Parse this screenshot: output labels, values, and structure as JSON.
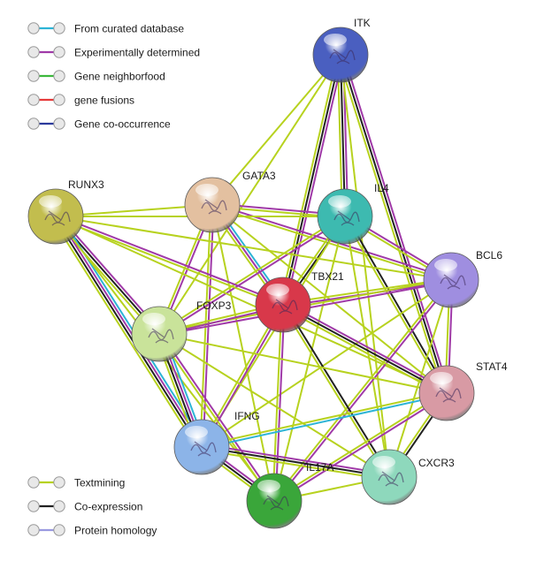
{
  "legend": {
    "top": [
      {
        "label": "From curated database",
        "color": "#2db4d6",
        "edge": "curated"
      },
      {
        "label": "Experimentally determined",
        "color": "#a03aa8",
        "edge": "experimental"
      },
      {
        "label": "Gene neighborfood",
        "color": "#3cb83c",
        "edge": "neighborhood"
      },
      {
        "label": "gene fusions",
        "color": "#e63a3a",
        "edge": "fusion"
      },
      {
        "label": "Gene co-occurrence",
        "color": "#2b3a9c",
        "edge": "cooccurrence"
      }
    ],
    "bottom": [
      {
        "label": "Textmining",
        "color": "#b7d21f",
        "edge": "textmining"
      },
      {
        "label": "Co-expression",
        "color": "#222222",
        "edge": "coexpression"
      },
      {
        "label": "Protein homology",
        "color": "#9a9ae0",
        "edge": "homology"
      }
    ]
  },
  "nodes": [
    {
      "id": "ITK",
      "label": "ITK",
      "color": "#4a5fc0"
    },
    {
      "id": "GATA3",
      "label": "GATA3",
      "color": "#e3c0a0"
    },
    {
      "id": "IL4",
      "label": "IL4",
      "color": "#3dbab0"
    },
    {
      "id": "RUNX3",
      "label": "RUNX3",
      "color": "#c2bd4e"
    },
    {
      "id": "BCL6",
      "label": "BCL6",
      "color": "#9f8ee0"
    },
    {
      "id": "TBX21",
      "label": "TBX21",
      "color": "#d8384a"
    },
    {
      "id": "FOXP3",
      "label": "FOXP3",
      "color": "#c9e39a"
    },
    {
      "id": "STAT4",
      "label": "STAT4",
      "color": "#d89aa4"
    },
    {
      "id": "IFNG",
      "label": "IFNG",
      "color": "#8cb4e8"
    },
    {
      "id": "IL17A",
      "label": "IL17A",
      "color": "#3aa63a"
    },
    {
      "id": "CXCR3",
      "label": "CXCR3",
      "color": "#8ed8bc"
    }
  ],
  "edges": [
    {
      "source": "ITK",
      "target": "GATA3",
      "types": [
        "textmining"
      ]
    },
    {
      "source": "ITK",
      "target": "IL4",
      "types": [
        "experimental",
        "coexpression",
        "textmining"
      ]
    },
    {
      "source": "ITK",
      "target": "TBX21",
      "types": [
        "experimental",
        "coexpression",
        "textmining"
      ]
    },
    {
      "source": "ITK",
      "target": "FOXP3",
      "types": [
        "textmining"
      ]
    },
    {
      "source": "ITK",
      "target": "STAT4",
      "types": [
        "experimental",
        "coexpression",
        "textmining"
      ]
    },
    {
      "source": "ITK",
      "target": "CXCR3",
      "types": [
        "textmining"
      ]
    },
    {
      "source": "GATA3",
      "target": "IL4",
      "types": [
        "experimental",
        "textmining"
      ]
    },
    {
      "source": "GATA3",
      "target": "RUNX3",
      "types": [
        "textmining"
      ]
    },
    {
      "source": "GATA3",
      "target": "BCL6",
      "types": [
        "experimental",
        "textmining"
      ]
    },
    {
      "source": "GATA3",
      "target": "TBX21",
      "types": [
        "curated",
        "experimental",
        "textmining"
      ]
    },
    {
      "source": "GATA3",
      "target": "FOXP3",
      "types": [
        "experimental",
        "textmining"
      ]
    },
    {
      "source": "GATA3",
      "target": "IFNG",
      "types": [
        "experimental",
        "textmining"
      ]
    },
    {
      "source": "GATA3",
      "target": "IL17A",
      "types": [
        "textmining"
      ]
    },
    {
      "source": "GATA3",
      "target": "STAT4",
      "types": [
        "textmining"
      ]
    },
    {
      "source": "IL4",
      "target": "RUNX3",
      "types": [
        "textmining"
      ]
    },
    {
      "source": "IL4",
      "target": "BCL6",
      "types": [
        "experimental",
        "textmining"
      ]
    },
    {
      "source": "IL4",
      "target": "TBX21",
      "types": [
        "coexpression",
        "textmining"
      ]
    },
    {
      "source": "IL4",
      "target": "FOXP3",
      "types": [
        "experimental",
        "textmining"
      ]
    },
    {
      "source": "IL4",
      "target": "STAT4",
      "types": [
        "coexpression",
        "textmining"
      ]
    },
    {
      "source": "IL4",
      "target": "IFNG",
      "types": [
        "textmining"
      ]
    },
    {
      "source": "IL4",
      "target": "IL17A",
      "types": [
        "textmining"
      ]
    },
    {
      "source": "IL4",
      "target": "CXCR3",
      "types": [
        "textmining"
      ]
    },
    {
      "source": "RUNX3",
      "target": "TBX21",
      "types": [
        "experimental",
        "textmining"
      ]
    },
    {
      "source": "RUNX3",
      "target": "FOXP3",
      "types": [
        "experimental",
        "coexpression",
        "textmining"
      ]
    },
    {
      "source": "RUNX3",
      "target": "BCL6",
      "types": [
        "textmining"
      ]
    },
    {
      "source": "RUNX3",
      "target": "IFNG",
      "types": [
        "curated",
        "experimental",
        "coexpression",
        "textmining"
      ]
    },
    {
      "source": "RUNX3",
      "target": "IL17A",
      "types": [
        "textmining"
      ]
    },
    {
      "source": "RUNX3",
      "target": "STAT4",
      "types": [
        "textmining"
      ]
    },
    {
      "source": "BCL6",
      "target": "TBX21",
      "types": [
        "experimental",
        "textmining"
      ]
    },
    {
      "source": "BCL6",
      "target": "FOXP3",
      "types": [
        "experimental",
        "textmining"
      ]
    },
    {
      "source": "BCL6",
      "target": "STAT4",
      "types": [
        "experimental",
        "textmining"
      ]
    },
    {
      "source": "BCL6",
      "target": "IFNG",
      "types": [
        "textmining"
      ]
    },
    {
      "source": "BCL6",
      "target": "IL17A",
      "types": [
        "experimental",
        "textmining"
      ]
    },
    {
      "source": "BCL6",
      "target": "CXCR3",
      "types": [
        "textmining"
      ]
    },
    {
      "source": "TBX21",
      "target": "FOXP3",
      "types": [
        "experimental",
        "textmining"
      ]
    },
    {
      "source": "TBX21",
      "target": "STAT4",
      "types": [
        "experimental",
        "coexpression",
        "textmining"
      ]
    },
    {
      "source": "TBX21",
      "target": "IFNG",
      "types": [
        "experimental",
        "textmining"
      ]
    },
    {
      "source": "TBX21",
      "target": "IL17A",
      "types": [
        "experimental",
        "textmining"
      ]
    },
    {
      "source": "TBX21",
      "target": "CXCR3",
      "types": [
        "coexpression",
        "textmining"
      ]
    },
    {
      "source": "FOXP3",
      "target": "STAT4",
      "types": [
        "textmining"
      ]
    },
    {
      "source": "FOXP3",
      "target": "IFNG",
      "types": [
        "curated",
        "experimental",
        "coexpression",
        "textmining"
      ]
    },
    {
      "source": "FOXP3",
      "target": "IL17A",
      "types": [
        "experimental",
        "textmining"
      ]
    },
    {
      "source": "FOXP3",
      "target": "CXCR3",
      "types": [
        "textmining"
      ]
    },
    {
      "source": "STAT4",
      "target": "IFNG",
      "types": [
        "curated",
        "textmining"
      ]
    },
    {
      "source": "STAT4",
      "target": "IL17A",
      "types": [
        "experimental",
        "textmining"
      ]
    },
    {
      "source": "STAT4",
      "target": "CXCR3",
      "types": [
        "coexpression",
        "textmining"
      ]
    },
    {
      "source": "IFNG",
      "target": "IL17A",
      "types": [
        "experimental",
        "coexpression",
        "textmining"
      ]
    },
    {
      "source": "IFNG",
      "target": "CXCR3",
      "types": [
        "experimental",
        "coexpression",
        "textmining"
      ]
    },
    {
      "source": "IL17A",
      "target": "CXCR3",
      "types": [
        "textmining"
      ]
    }
  ]
}
